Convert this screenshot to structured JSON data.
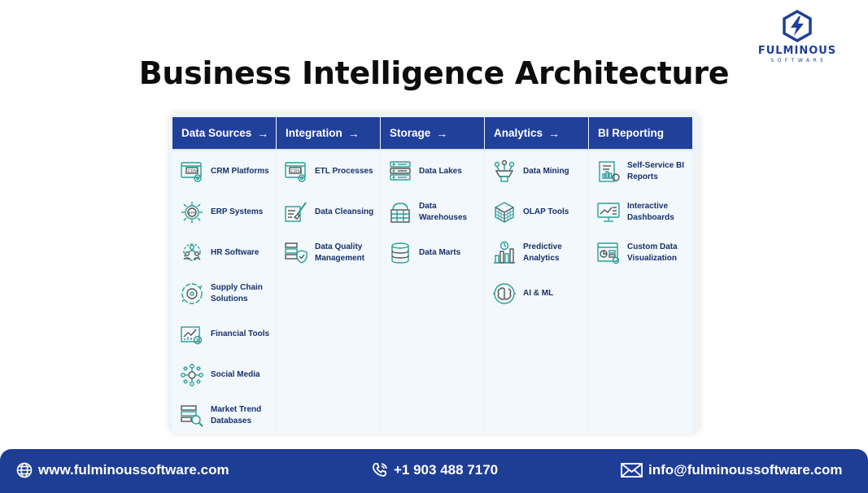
{
  "logo": {
    "name": "FULMINOUS",
    "sub": "SOFTWARE",
    "icon": "hexagon-bolt-icon",
    "color": "#1e3f99"
  },
  "title": "Business Intelligence Architecture",
  "colors": {
    "header_bg": "#21409a",
    "column_bg": "#f2f8fb",
    "icon_teal": "#2a9d9a",
    "footer_bg": "#1e3e95"
  },
  "columns": [
    {
      "header": "Data Sources",
      "arrow": "→",
      "items": [
        {
          "label": "CRM Platforms",
          "icon": "crm-window-icon"
        },
        {
          "label": "ERP Systems",
          "icon": "erp-gear-icon"
        },
        {
          "label": "HR Software",
          "icon": "people-network-icon"
        },
        {
          "label": "Supply Chain Solutions",
          "icon": "supply-cycle-icon"
        },
        {
          "label": "Financial Tools",
          "icon": "finance-chart-icon"
        },
        {
          "label": "Social Media",
          "icon": "social-network-icon"
        },
        {
          "label": "Market Trend Databases",
          "icon": "market-search-icon"
        }
      ]
    },
    {
      "header": "Integration",
      "arrow": "→",
      "items": [
        {
          "label": "ETL Processes",
          "icon": "etl-window-icon"
        },
        {
          "label": "Data Cleansing",
          "icon": "cleansing-brush-icon"
        },
        {
          "label": "Data Quality Management",
          "icon": "quality-shield-icon"
        }
      ]
    },
    {
      "header": "Storage",
      "arrow": "→",
      "items": [
        {
          "label": "Data Lakes",
          "icon": "server-stack-icon"
        },
        {
          "label": "Data Warehouses",
          "icon": "warehouse-icon"
        },
        {
          "label": "Data Marts",
          "icon": "database-cylinder-icon"
        }
      ]
    },
    {
      "header": "Analytics",
      "arrow": "→",
      "items": [
        {
          "label": "Data Mining",
          "icon": "data-mining-icon"
        },
        {
          "label": "OLAP Tools",
          "icon": "olap-cube-icon"
        },
        {
          "label": "Predictive Analytics",
          "icon": "predictive-chart-icon"
        },
        {
          "label": "AI & ML",
          "icon": "ai-brain-icon"
        }
      ]
    },
    {
      "header": "BI Reporting",
      "arrow": "",
      "items": [
        {
          "label": "Self-Service BI Reports",
          "icon": "report-document-icon"
        },
        {
          "label": "Interactive Dashboards",
          "icon": "dashboard-monitor-icon"
        },
        {
          "label": "Custom Data Visualization",
          "icon": "visualization-icon"
        }
      ]
    }
  ],
  "footer": {
    "website": "www.fulminoussoftware.com",
    "phone": "+1 903 488 7170",
    "email": "info@fulminoussoftware.com"
  }
}
